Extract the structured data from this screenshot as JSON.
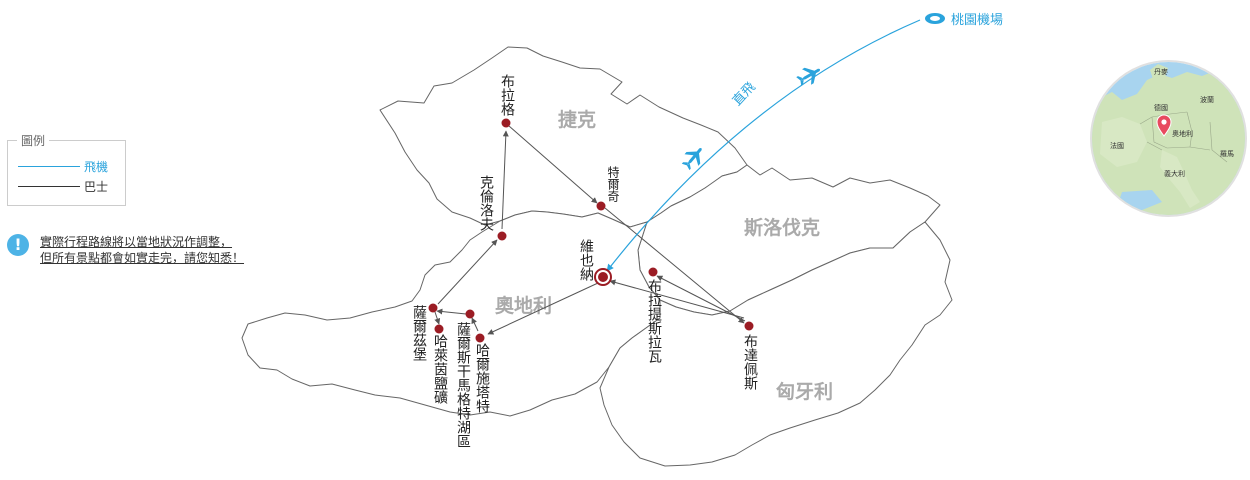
{
  "countries": {
    "czech": "捷克",
    "slovakia": "斯洛伐克",
    "austria": "奧地利",
    "hungary": "匈牙利"
  },
  "cities": {
    "prague": "布拉格",
    "krumlov": "克倫洛夫",
    "telc": "特爾奇",
    "vienna": "維也納",
    "bratislava": "布拉提斯拉瓦",
    "budapest": "布達佩斯",
    "salzburg": "薩爾茲堡",
    "hallein": "哈萊茵鹽礦",
    "salzkammergut": "薩爾斯干馬格特湖區",
    "hallstatt": "哈爾施塔特"
  },
  "legend": {
    "title": "圖例",
    "flight": "飛機",
    "bus": "巴士",
    "flight_color": "#2aa3dc",
    "bus_color": "#333333"
  },
  "note": {
    "icon": "!",
    "line1": "實際行程路線將以當地狀況作調整，",
    "line2": "但所有景點都會如實走完，請您知悉！"
  },
  "airport": {
    "label": "桃園機場",
    "icon": "airport-icon"
  },
  "flight_label": "直飛",
  "inset_map": {
    "countries": [
      "丹麥",
      "波蘭",
      "德國",
      "奧地利",
      "法國",
      "羅馬",
      "義大利"
    ]
  },
  "colors": {
    "city_marker": "#9b1c24",
    "border": "#666666",
    "flight": "#2aa3dc"
  }
}
